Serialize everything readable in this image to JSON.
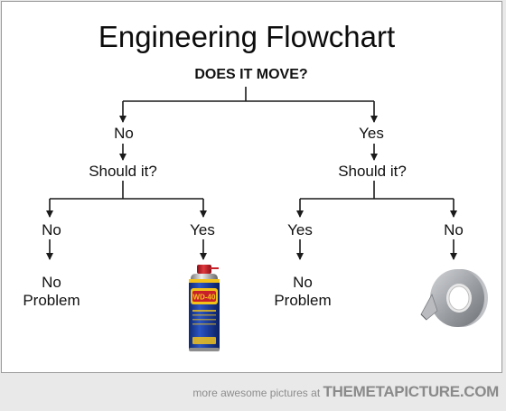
{
  "title": "Engineering Flowchart",
  "root_question": "DOES IT MOVE?",
  "left": {
    "answer": "No",
    "question": "Should it?",
    "branch_a": {
      "answer": "No",
      "outcome_line1": "No",
      "outcome_line2": "Problem"
    },
    "branch_b": {
      "answer": "Yes",
      "outcome_image": "wd-40-can",
      "can_brand": "WD-40"
    }
  },
  "right": {
    "answer": "Yes",
    "question": "Should it?",
    "branch_a": {
      "answer": "Yes",
      "outcome_line1": "No",
      "outcome_line2": "Problem"
    },
    "branch_b": {
      "answer": "No",
      "outcome_image": "duct-tape-roll"
    }
  },
  "footer": {
    "prefix": "more awesome pictures at",
    "site": "THEMETAPICTURE.COM"
  },
  "colors": {
    "line": "#1a1a1a",
    "can_blue": "#1d3f9e",
    "can_yellow": "#f2c21b",
    "can_red": "#c8202a",
    "tape_gray": "#a7a9ad"
  }
}
